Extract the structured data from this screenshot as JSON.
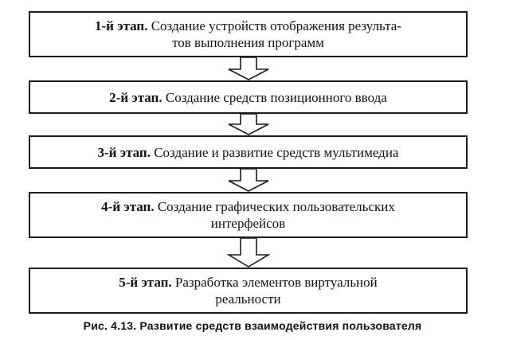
{
  "stages": [
    {
      "label": "1-й этап.",
      "line1": "Создание устройств отображения результа-",
      "line2": "тов выполнения программ"
    },
    {
      "label": "2-й этап.",
      "line1": "Создание средств позиционного ввода",
      "line2": ""
    },
    {
      "label": "3-й этап.",
      "line1": "Создание и развитие средств мультимедиа",
      "line2": ""
    },
    {
      "label": "4-й этап.",
      "line1": "Создание графических пользовательских",
      "line2": "интерфейсов"
    },
    {
      "label": "5-й этап.",
      "line1": "Разработка элементов виртуальной",
      "line2": "реальности"
    }
  ],
  "caption": "Рис. 4.13. Развитие средств взаимодействия пользователя",
  "colors": {
    "border": "#1a1a1a",
    "text": "#111111",
    "background": "#ffffff"
  }
}
